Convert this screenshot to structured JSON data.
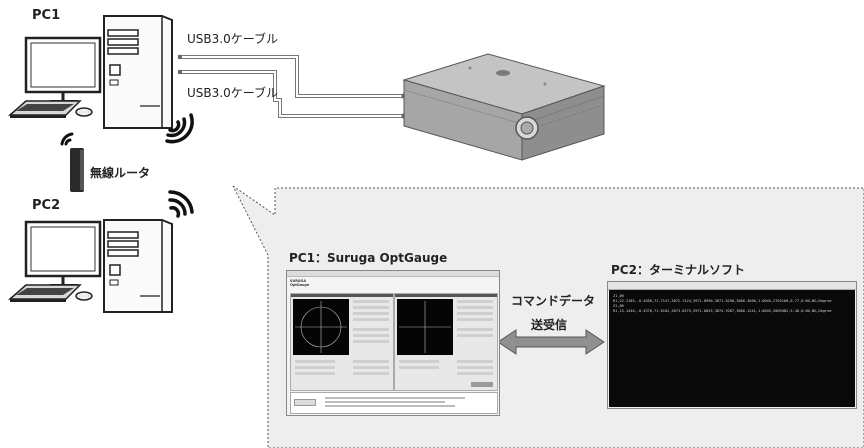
{
  "pc1": {
    "label": "PC1"
  },
  "pc2": {
    "label": "PC2"
  },
  "router": {
    "label": "無線ルータ"
  },
  "cables": [
    {
      "label": "USB3.0ケーブル"
    },
    {
      "label": "USB3.0ケーブル"
    }
  ],
  "callout": {
    "left_title": "PC1：Suruga OptGauge",
    "right_title": "PC2：ターミナルソフト",
    "exchange_line1": "コマンドデータ",
    "exchange_line2": "送受信"
  },
  "optgauge_window": {
    "app_name_line1": "SURUGA",
    "app_name_line2": "OptGauge"
  },
  "terminal": {
    "lines": [
      "Z1,0R",
      "R1,22.2185,-0.4050,71.7147,3872.7424,3971.0990,3871.0290,3666.3666,1.0045,2702100,6.77,0.NG,NG,Degree",
      "Z1,0R",
      "R1,15.1446,-0.4370,71.6102,3873.0373,3971.0053,3874.9287,3666.1241,1.0045,2809482,5.48,0.NG,NG,Degree"
    ]
  },
  "colors": {
    "callout_bg": "#eeeeee",
    "terminal_bg": "#0a0a0a",
    "arrow_fill": "#909090"
  }
}
